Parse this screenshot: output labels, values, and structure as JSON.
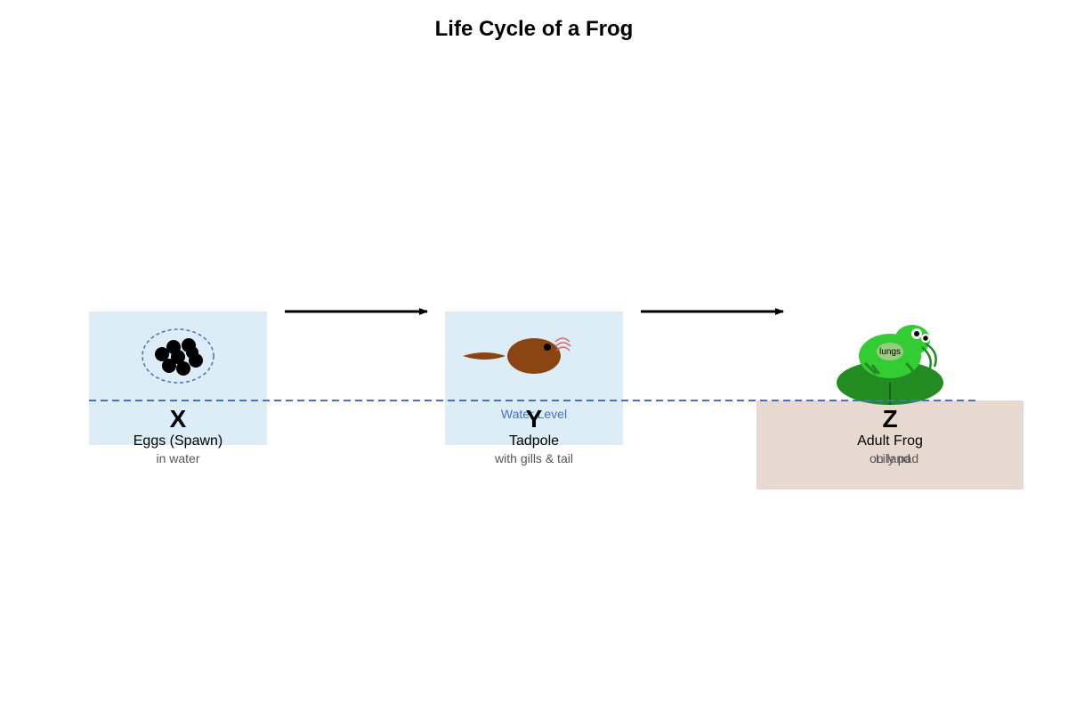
{
  "title": "Life Cycle of a Frog",
  "water_label": "Water Level",
  "colors": {
    "water": "#dcedf7",
    "land": "#e8d9d0",
    "water_line": "#4472c4",
    "frog": "#33cc33",
    "frog_dark": "#228b22",
    "tadpole": "#8b4513",
    "gills": "#e06666"
  },
  "stages": [
    {
      "letter": "X",
      "name": "Eggs (Spawn)",
      "note": "in water",
      "icon": "frog-eggs-icon"
    },
    {
      "letter": "Y",
      "name": "Tadpole",
      "note": "with gills & tail",
      "icon": "tadpole-icon"
    },
    {
      "letter": "Z",
      "name": "Adult Frog",
      "note_a": "on land",
      "note_b": "Lily pad",
      "organ_label": "lungs",
      "icon": "adult-frog-icon"
    }
  ],
  "arrows": [
    {
      "from": "X",
      "to": "Y"
    },
    {
      "from": "Y",
      "to": "Z"
    }
  ]
}
